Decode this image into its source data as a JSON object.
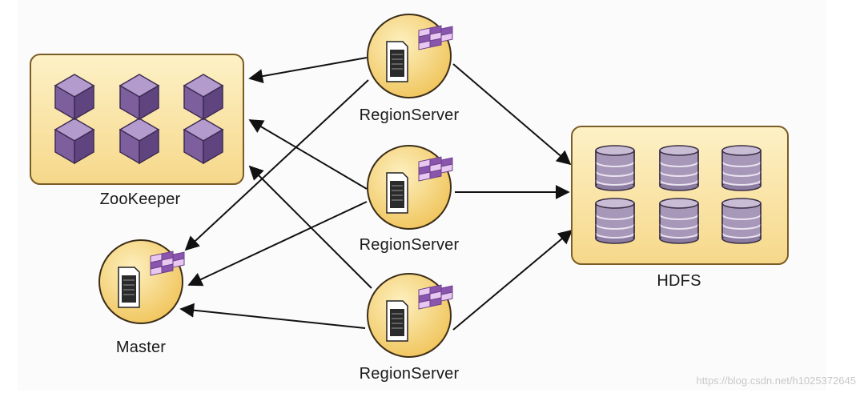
{
  "nodes": {
    "zookeeper": "ZooKeeper",
    "master": "Master",
    "hdfs": "HDFS",
    "regionservers": [
      "RegionServer",
      "RegionServer",
      "RegionServer"
    ]
  },
  "watermark": "https://blog.csdn.net/h1025372645",
  "colors": {
    "box_fill": "#f9e4a0",
    "box_stroke": "#7a5d25",
    "circle_fill": "#f6d47a",
    "cube": "#8a6fa8",
    "cylinder": "#a99bb8",
    "arrow": "#111111"
  },
  "icons": [
    "cube-icon",
    "database-icon",
    "server-document-icon",
    "region-grid-icon"
  ]
}
